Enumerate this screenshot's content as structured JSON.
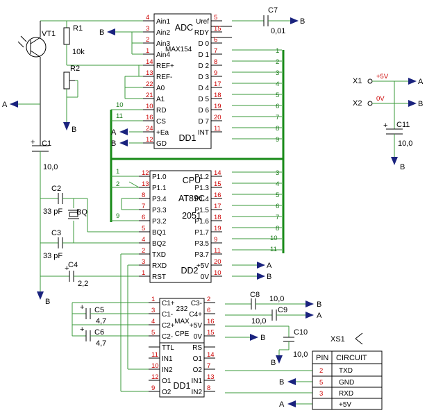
{
  "adc": {
    "title": "ADC",
    "part": "MAX154",
    "ref": "DD1",
    "left": [
      {
        "pin": "4",
        "name": "Ain1"
      },
      {
        "pin": "3",
        "name": "Ain2"
      },
      {
        "pin": "2",
        "name": "Ain3"
      },
      {
        "pin": "1",
        "name": "Ain4"
      },
      {
        "pin": "14",
        "name": "REF+"
      },
      {
        "pin": "13",
        "name": "REF-"
      },
      {
        "pin": "22",
        "name": "A0"
      },
      {
        "pin": "21",
        "name": "A1"
      },
      {
        "pin": "10",
        "name": "RD"
      },
      {
        "pin": "16",
        "name": "CS"
      },
      {
        "pin": "24",
        "name": "+Ea"
      },
      {
        "pin": "12",
        "name": "GD"
      }
    ],
    "right": [
      {
        "pin": "5",
        "name": "Uref"
      },
      {
        "pin": "15",
        "name": "RDY"
      },
      {
        "pin": "6",
        "name": "D 0"
      },
      {
        "pin": "7",
        "name": "D 1"
      },
      {
        "pin": "8",
        "name": "D 2"
      },
      {
        "pin": "9",
        "name": "D 3"
      },
      {
        "pin": "17",
        "name": "D 4"
      },
      {
        "pin": "18",
        "name": "D 5"
      },
      {
        "pin": "19",
        "name": "D 6"
      },
      {
        "pin": "20",
        "name": "D 7"
      },
      {
        "pin": "11",
        "name": "INT"
      }
    ]
  },
  "cpu": {
    "title": "CPU",
    "part": "AT89C",
    "part2": "2051",
    "ref": "DD2",
    "left": [
      {
        "pin": "12",
        "name": "P1.0"
      },
      {
        "pin": "13",
        "name": "P1.1"
      },
      {
        "pin": "8",
        "name": "P3.4"
      },
      {
        "pin": "7",
        "name": "P3.3"
      },
      {
        "pin": "6",
        "name": "P3.2"
      },
      {
        "pin": "5",
        "name": "BQ1"
      },
      {
        "pin": "4",
        "name": "BQ2"
      },
      {
        "pin": "2",
        "name": "TXD"
      },
      {
        "pin": "3",
        "name": "RXD"
      },
      {
        "pin": "1",
        "name": "RST"
      }
    ],
    "right": [
      {
        "pin": "14",
        "name": "P1.2"
      },
      {
        "pin": "15",
        "name": "P1.3"
      },
      {
        "pin": "16",
        "name": "P1.4"
      },
      {
        "pin": "17",
        "name": "P1.5"
      },
      {
        "pin": "18",
        "name": "P1.6"
      },
      {
        "pin": "19",
        "name": "P1.7"
      },
      {
        "pin": "9",
        "name": "P3.5"
      },
      {
        "pin": "11",
        "name": "P3.7"
      },
      {
        "pin": "20",
        "name": "+5V"
      },
      {
        "pin": "10",
        "name": "0V"
      }
    ]
  },
  "rs232": {
    "title": "232",
    "part": "MAX",
    "part2": "CPE",
    "ref": "DD1",
    "left": [
      {
        "pin": "1",
        "name": "C1+"
      },
      {
        "pin": "3",
        "name": "C1-"
      },
      {
        "pin": "4",
        "name": "C2+"
      },
      {
        "pin": "5",
        "name": "C2-"
      },
      {
        "pin": "",
        "name": "TTL"
      },
      {
        "pin": "11",
        "name": "IN1"
      },
      {
        "pin": "10",
        "name": "IN2"
      },
      {
        "pin": "12",
        "name": "O1"
      },
      {
        "pin": "9",
        "name": "O2"
      }
    ],
    "right": [
      {
        "pin": "2",
        "name": "C3-"
      },
      {
        "pin": "6",
        "name": "C4+"
      },
      {
        "pin": "16",
        "name": "+5V"
      },
      {
        "pin": "15",
        "name": "0V"
      },
      {
        "pin": "",
        "name": "RS"
      },
      {
        "pin": "14",
        "name": "O1"
      },
      {
        "pin": "7",
        "name": "O2"
      },
      {
        "pin": "13",
        "name": "IN1"
      },
      {
        "pin": "8",
        "name": "IN2"
      }
    ]
  },
  "components": {
    "vt1": "VT1",
    "r1": "R1",
    "r1_val": "10k",
    "r2": "R2",
    "c1": "C1",
    "c1_val": "10,0",
    "c2": "C2",
    "c2_val": "33 pF",
    "bq": "BQ",
    "c3": "C3",
    "c3_val": "33 pF",
    "c4": "C4",
    "c4_val": "2,2",
    "c5": "C5",
    "c5_val": "4,7",
    "c6": "C6",
    "c6_val": "4,7",
    "c7": "C7",
    "c7_val": "0,01",
    "c8": "C8",
    "c8_val": "10,0",
    "c9": "C9",
    "c9_val": "10,0",
    "c10": "C10",
    "c10_val": "10,0",
    "c11": "C11",
    "c11_val": "10,0"
  },
  "bus_numbers": [
    "1",
    "2",
    "3",
    "4",
    "5",
    "6",
    "7",
    "8",
    "9",
    "10",
    "11"
  ],
  "cpu_left_bus": [
    "1",
    "2",
    "9"
  ],
  "adc_ctl_bus": [
    "10",
    "11"
  ],
  "nets": {
    "a": "A",
    "b": "B"
  },
  "power": {
    "x1": "X1",
    "x2": "X2",
    "vcc": "+5V",
    "gnd": "0V"
  },
  "connector": {
    "ref": "XS1",
    "headers": [
      "PIN",
      "CIRCUIT"
    ],
    "rows": [
      {
        "pin": "2",
        "circuit": "TXD"
      },
      {
        "pin": "5",
        "circuit": "GND"
      },
      {
        "pin": "3",
        "circuit": "RXD"
      },
      {
        "pin": "",
        "circuit": "+5V"
      }
    ]
  }
}
